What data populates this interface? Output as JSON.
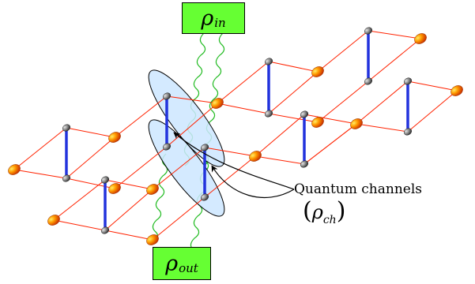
{
  "input_state": {
    "symbol": "ρ",
    "subscript": "in"
  },
  "output_state": {
    "symbol": "ρ",
    "subscript": "out"
  },
  "channel_label": {
    "text": "Quantum channels",
    "symbol": "ρ",
    "subscript": "ch",
    "open_paren": "(",
    "close_paren": ")"
  },
  "colors": {
    "lattice_edge": "#ff2200",
    "bond": "#2233dd",
    "qubit_node": "#777777",
    "site_node": "#ff8800",
    "wavy_line": "#22bb22",
    "channel_ellipse": "#cce6ff",
    "box_fill": "#66ff33"
  },
  "icons": {
    "lattice_site": "orange-sphere",
    "qubit": "gray-sphere"
  }
}
